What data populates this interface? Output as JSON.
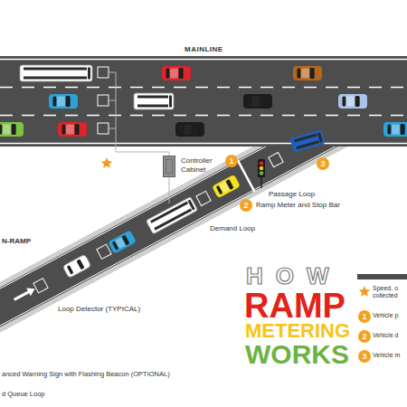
{
  "diagram": {
    "nodes": [
      {
        "text": [
          "Controller Cabinet"
        ]
      },
      {
        "text": [
          "1"
        ]
      },
      {
        "text": [
          "2"
        ]
      },
      {
        "text": [
          "3"
        ]
      },
      {
        "text": [
          "1"
        ]
      },
      {
        "text": [
          "2"
        ]
      },
      {
        "text": [
          "3"
        ]
      }
    ],
    "labels": [
      "MAINLINE",
      "Passage Loop",
      "Ramp Meter and Stop Bar",
      "Demand Loop",
      "N-RAMP",
      "Loop Detector (TYPICAL)",
      "anced Warning Sign with Flashing Beacon (OPTIONAL)",
      "d Queue Loop",
      "HOW",
      "RAMP",
      "METERING",
      "WORKS"
    ],
    "legend": [
      {
        "text": "Speed, o collected"
      },
      {
        "text": "Vehicle p"
      },
      {
        "text": "Vehicle d"
      },
      {
        "text": "Vehicle m"
      }
    ]
  }
}
